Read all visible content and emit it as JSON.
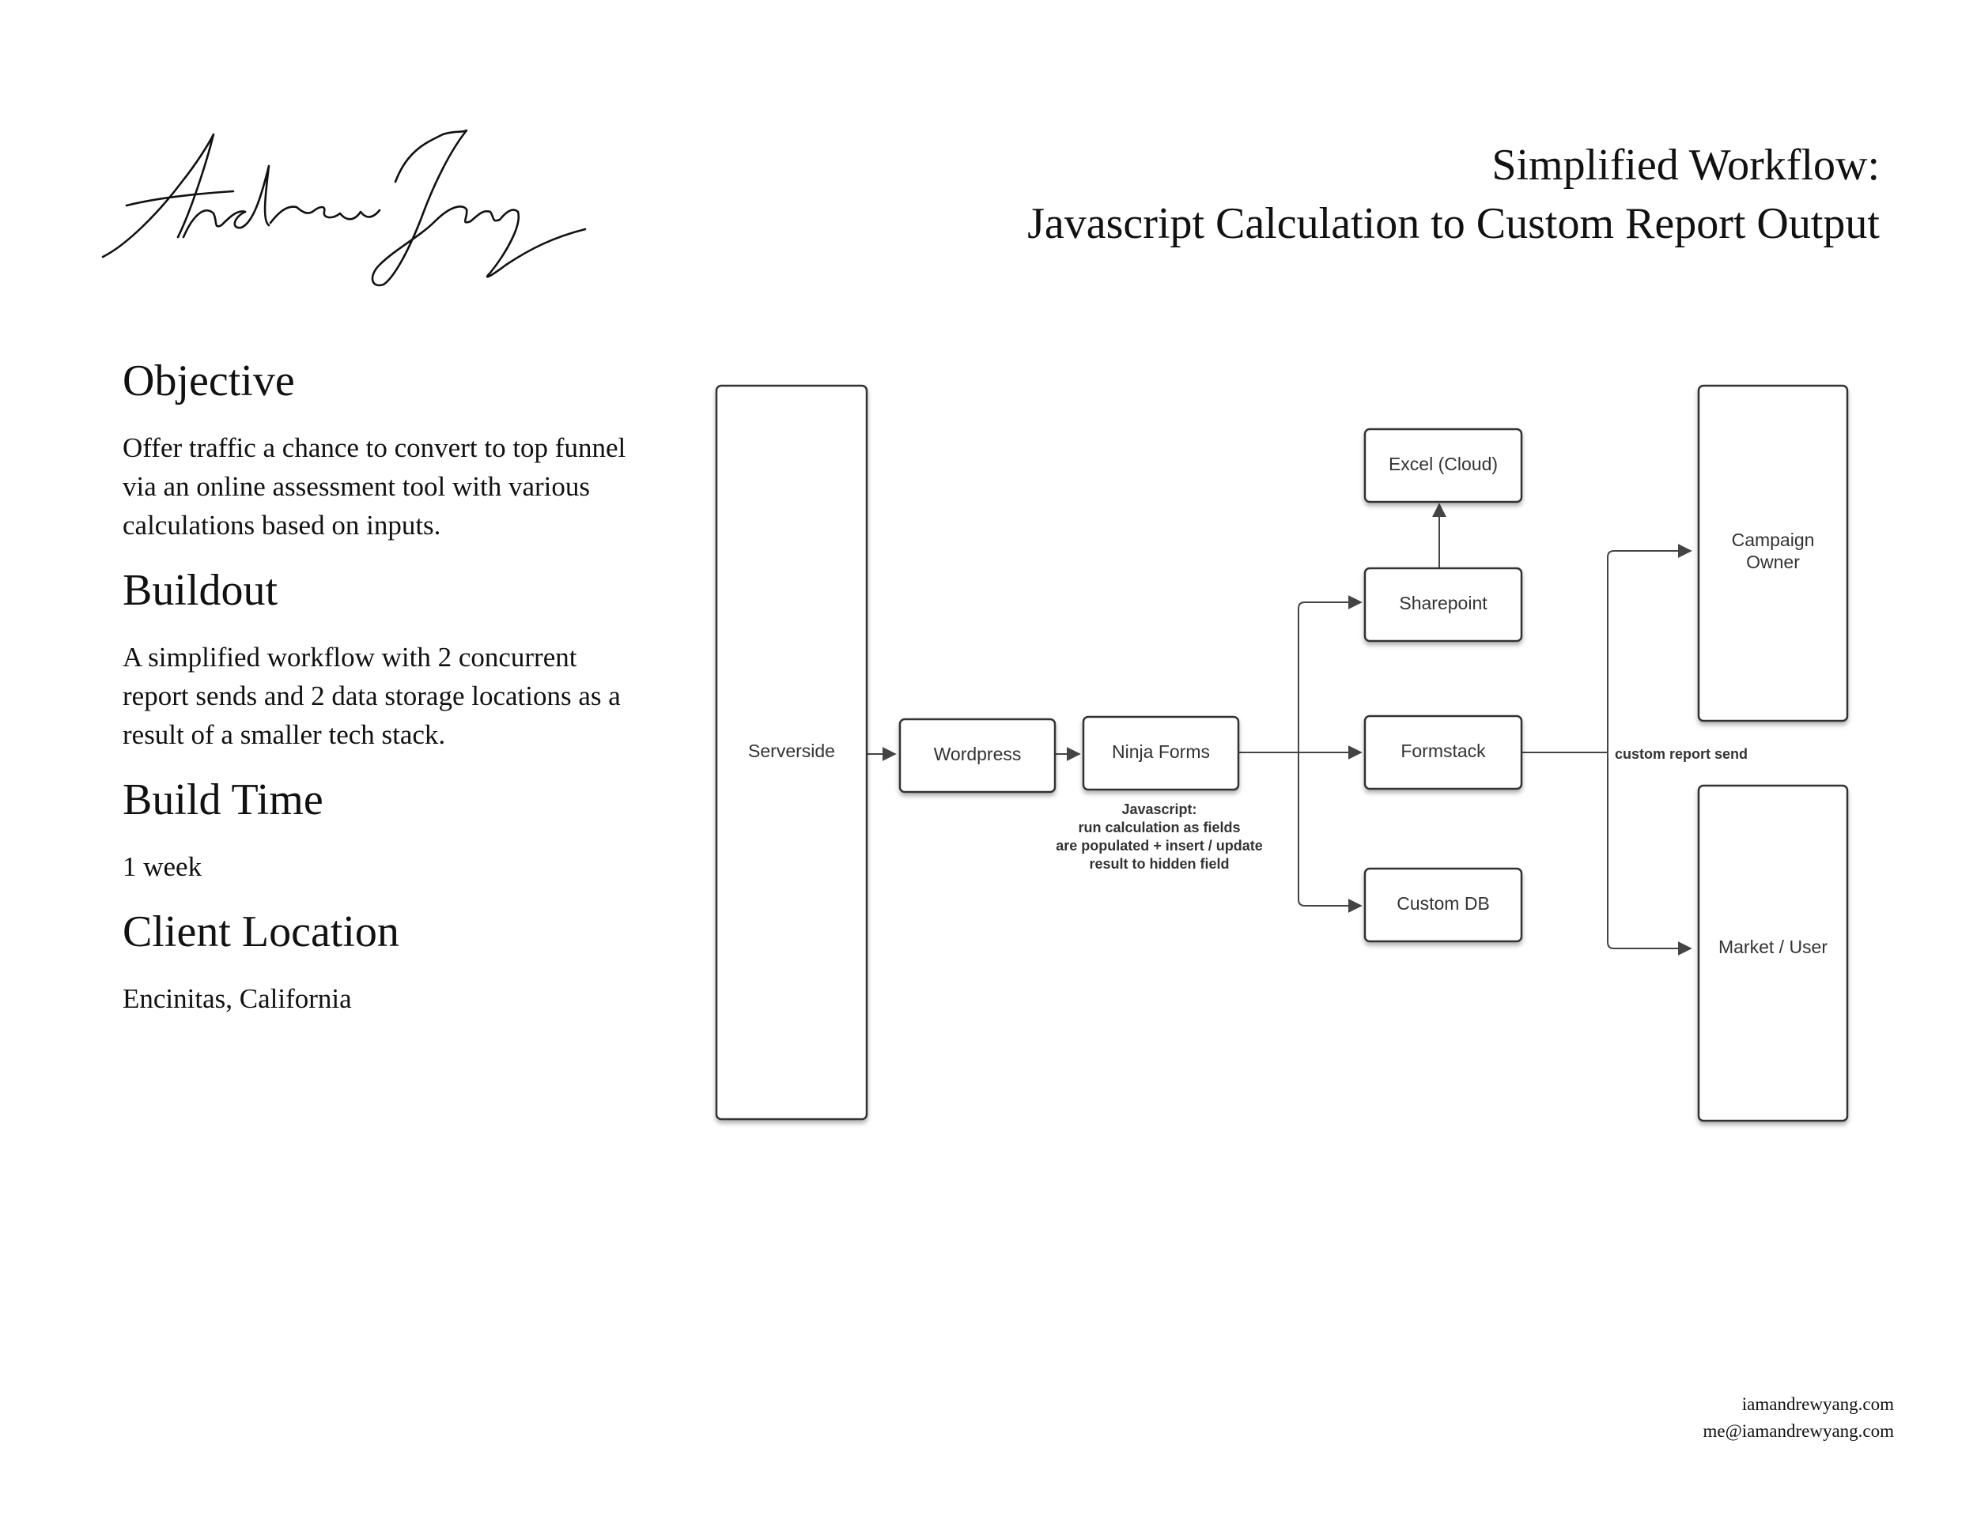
{
  "header": {
    "signature": "Andrew Yang",
    "title_line1": "Simplified Workflow:",
    "title_line2": "Javascript Calculation to Custom Report Output"
  },
  "sections": [
    {
      "heading": "Objective",
      "text": "Offer traffic a chance to convert to top funnel via an online assessment tool with various calculations based on inputs."
    },
    {
      "heading": "Buildout",
      "text": "A simplified workflow with 2 concurrent report sends and 2 data storage locations as a result of a smaller tech stack."
    },
    {
      "heading": "Build Time",
      "text": "1 week"
    },
    {
      "heading": "Client Location",
      "text": "Encinitas, California"
    }
  ],
  "diagram": {
    "nodes": {
      "serverside": "Serverside",
      "wordpress": "Wordpress",
      "ninja_forms": "Ninja Forms",
      "excel": "Excel (Cloud)",
      "sharepoint": "Sharepoint",
      "formstack": "Formstack",
      "custom_db": "Custom DB",
      "campaign_owner_1": "Campaign",
      "campaign_owner_2": "Owner",
      "market_user": "Market / User"
    },
    "javascript_note": [
      "Javascript:",
      "run calculation as fields",
      "are populated + insert / update",
      "result to hidden field"
    ],
    "edge_label": "custom report send"
  },
  "footer": {
    "website": "iamandrewyang.com",
    "email": "me@iamandrewyang.com"
  }
}
